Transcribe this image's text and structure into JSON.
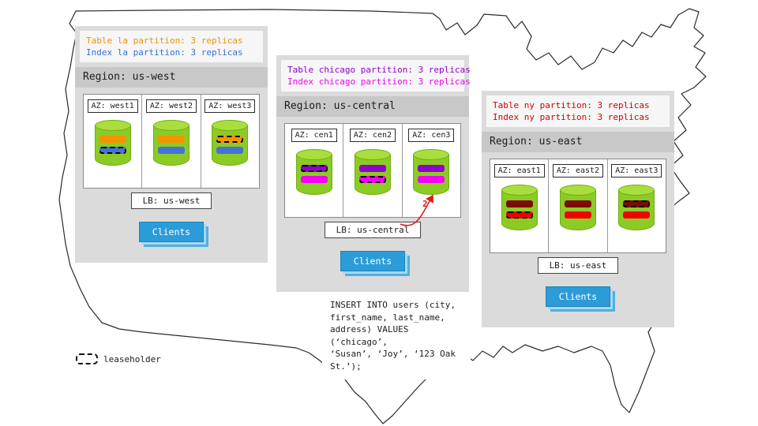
{
  "legend": {
    "label": "leaseholder"
  },
  "arrow": {
    "label": "2",
    "color": "#e01b1b"
  },
  "sql_note": {
    "text": "INSERT INTO users (city,\nfirst_name, last_name,\naddress) VALUES (‘chicago’,\n‘Susan’, ‘Joy’, ‘123 Oak\nSt.’);"
  },
  "colors": {
    "panel_gray": "#dbdbdb",
    "title_band_gray": "#c8c8c8",
    "cylinder_green": "#8ccb25",
    "clients_blue": "#2b9cd8",
    "orange": "#f59300",
    "blue": "#4472d8",
    "purple": "#9000cc",
    "magenta": "#f400f4",
    "dark_red": "#7a0c04",
    "red": "#f20000"
  },
  "regions": [
    {
      "id": "us-west",
      "title": "Region: us-west",
      "partitions": [
        {
          "text": "Table la partition: 3 replicas",
          "color": "#e8920b"
        },
        {
          "text": "Index la partition: 3 replicas",
          "color": "#3b6fd4"
        }
      ],
      "azs": [
        {
          "label": "AZ: west1",
          "bars": [
            {
              "color": "#f59300",
              "leaseholder": false
            },
            {
              "color": "#4472d8",
              "leaseholder": true
            }
          ]
        },
        {
          "label": "AZ: west2",
          "bars": [
            {
              "color": "#f59300",
              "leaseholder": false
            },
            {
              "color": "#4472d8",
              "leaseholder": false
            }
          ]
        },
        {
          "label": "AZ: west3",
          "bars": [
            {
              "color": "#f59300",
              "leaseholder": true
            },
            {
              "color": "#4472d8",
              "leaseholder": false
            }
          ]
        }
      ],
      "lb_label": "LB: us-west",
      "clients_label": "Clients"
    },
    {
      "id": "us-central",
      "title": "Region: us-central",
      "partitions": [
        {
          "text": "Table chicago partition: 3 replicas",
          "color": "#9000cc"
        },
        {
          "text": "Index chicago partition: 3 replicas",
          "color": "#f400f4"
        }
      ],
      "azs": [
        {
          "label": "AZ: cen1",
          "bars": [
            {
              "color": "#9000cc",
              "leaseholder": true
            },
            {
              "color": "#f400f4",
              "leaseholder": false
            }
          ]
        },
        {
          "label": "AZ: cen2",
          "bars": [
            {
              "color": "#9000cc",
              "leaseholder": false
            },
            {
              "color": "#f400f4",
              "leaseholder": true
            }
          ]
        },
        {
          "label": "AZ: cen3",
          "bars": [
            {
              "color": "#9000cc",
              "leaseholder": false
            },
            {
              "color": "#f400f4",
              "leaseholder": false
            }
          ]
        }
      ],
      "lb_label": "LB: us-central",
      "clients_label": "Clients"
    },
    {
      "id": "us-east",
      "title": "Region: us-east",
      "partitions": [
        {
          "text": "Table ny partition: 3 replicas",
          "color": "#d40000"
        },
        {
          "text": "Index ny partition: 3 replicas",
          "color": "#d40000"
        }
      ],
      "azs": [
        {
          "label": "AZ: east1",
          "bars": [
            {
              "color": "#7a0c04",
              "leaseholder": false
            },
            {
              "color": "#f20000",
              "leaseholder": true
            }
          ]
        },
        {
          "label": "AZ: east2",
          "bars": [
            {
              "color": "#7a0c04",
              "leaseholder": false
            },
            {
              "color": "#f20000",
              "leaseholder": false
            }
          ]
        },
        {
          "label": "AZ: east3",
          "bars": [
            {
              "color": "#7a0c04",
              "leaseholder": true
            },
            {
              "color": "#f20000",
              "leaseholder": false
            }
          ]
        }
      ],
      "lb_label": "LB: us-east",
      "clients_label": "Clients"
    }
  ]
}
